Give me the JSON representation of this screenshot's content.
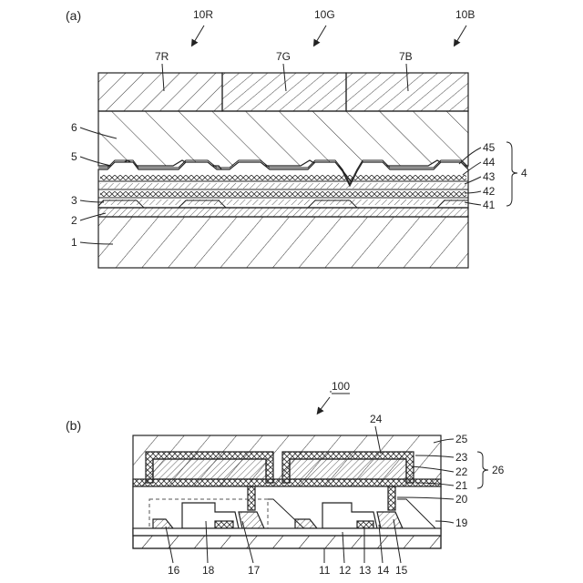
{
  "panel_a": {
    "tag": "(a)",
    "pixels": [
      "10R",
      "10G",
      "10B"
    ],
    "filters": [
      "7R",
      "7G",
      "7B"
    ],
    "left_labels": [
      "6",
      "5",
      "3",
      "2",
      "1"
    ],
    "stack_labels": [
      "45",
      "44",
      "43",
      "42",
      "41"
    ],
    "group_label": "4"
  },
  "panel_b": {
    "tag": "(b)",
    "device": "100",
    "top_label": "24",
    "right_labels": [
      "25",
      "23",
      "22",
      "21",
      "20",
      "19"
    ],
    "group_label": "26",
    "bottom_labels": [
      "16",
      "18",
      "17",
      "11",
      "12",
      "13",
      "14",
      "15"
    ]
  }
}
